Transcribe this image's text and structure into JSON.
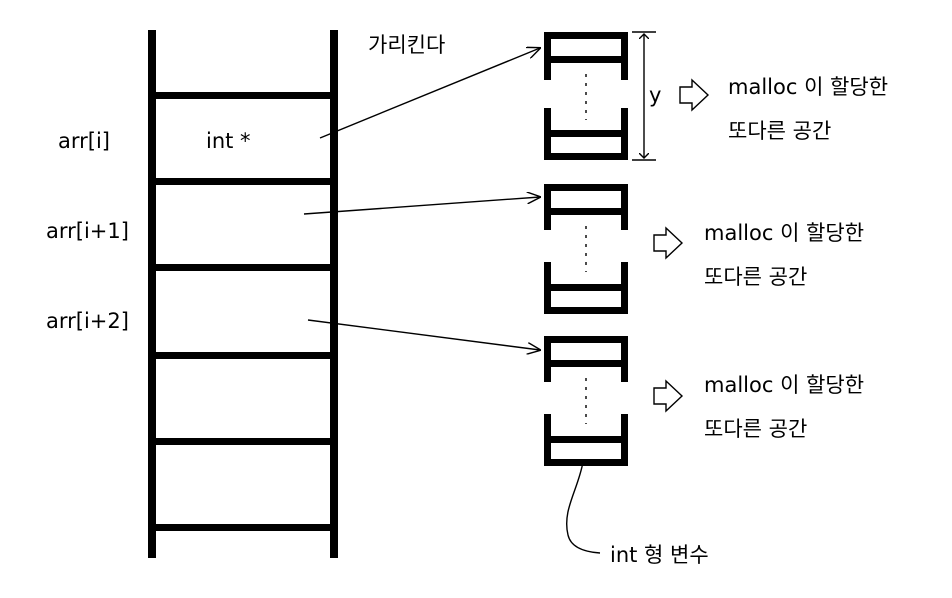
{
  "array_labels": [
    "arr[i]",
    "arr[i+1]",
    "arr[i+2]"
  ],
  "cell_text": "int *",
  "pointer_label": "가리킨다",
  "height_label": "y",
  "blocks": [
    {
      "line1": "malloc 이 할당한",
      "line2": "또다른 공간"
    },
    {
      "line1": "malloc 이 할당한",
      "line2": "또다른 공간"
    },
    {
      "line1": "malloc 이 할당한",
      "line2": "또다른 공간"
    }
  ],
  "element_label": "int 형 변수"
}
